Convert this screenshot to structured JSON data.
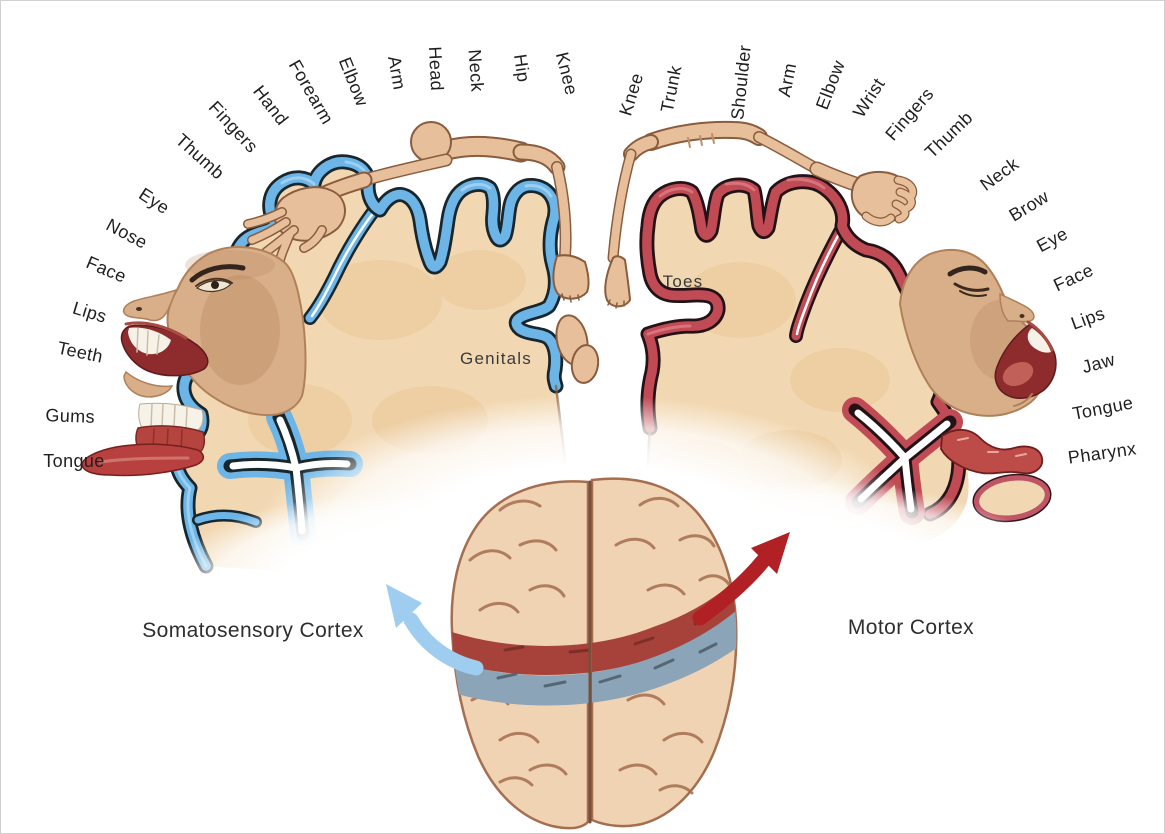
{
  "colors": {
    "background": "#ffffff",
    "sensoryBand": "#6cb5e6",
    "sensoryBandLight": "#a9d6f2",
    "sensoryInk": "#18262e",
    "motorBand": "#c14b55",
    "motorBandLight": "#dc8089",
    "motorInk": "#241217",
    "cortexBeige": "#f2d8b2",
    "skin": "#e7bf9a",
    "skinOutline": "#8a5c3e",
    "faceSkin": "#d9af89",
    "faceShade": "#b08159",
    "brainBase": "#f0d3b2",
    "brainLine": "#a56e50",
    "brainBandRed": "#a6423a",
    "brainBandBlue": "#8ba4b8",
    "arrowBlue": "#9fcdef",
    "arrowRed": "#b02025",
    "labelInk": "#1f1f1f"
  },
  "somatosensory": {
    "caption": "Somatosensory Cortex",
    "inner_label": "Genitals",
    "labels": [
      "Knee",
      "Hip",
      "Neck",
      "Head",
      "Arm",
      "Elbow",
      "Forearm",
      "Hand",
      "Fingers",
      "Thumb",
      "Eye",
      "Nose",
      "Face",
      "Lips",
      "Teeth",
      "Gums",
      "Tongue"
    ]
  },
  "motor": {
    "caption": "Motor Cortex",
    "inner_label": "Toes",
    "labels": [
      "Knee",
      "Trunk",
      "Shoulder",
      "Arm",
      "Elbow",
      "Wrist",
      "Fingers",
      "Thumb",
      "Neck",
      "Brow",
      "Eye",
      "Face",
      "Lips",
      "Jaw",
      "Tongue",
      "Pharynx"
    ]
  }
}
